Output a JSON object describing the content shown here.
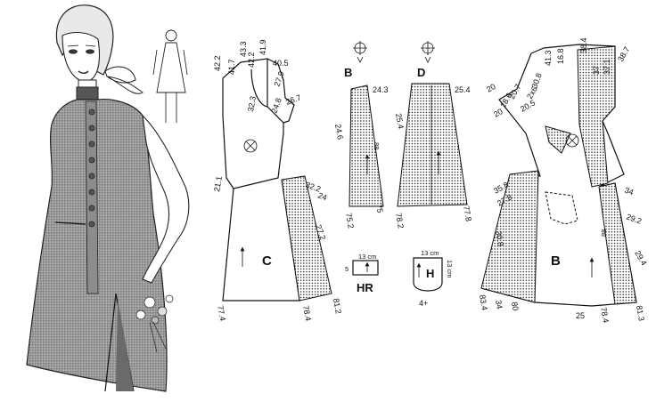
{
  "pieces": {
    "C": "C",
    "B_small": "B",
    "D": "D",
    "HR": "HR",
    "H": "H",
    "B_large": "B",
    "H_count": "4+"
  },
  "hr_piece": {
    "width": "13 cm",
    "height": "5"
  },
  "h_piece": {
    "width": "13 cm",
    "height": "13 cm"
  },
  "grain_mark": "88",
  "measurements": {
    "c_422": "42.2",
    "c_417": "41.7",
    "c_433": "43.3",
    "c_422b": "42.2",
    "c_419": "41.9",
    "c_405": "40.5",
    "c_279": "27.9",
    "c_323": "32.3",
    "c_248": "24.8",
    "c_267": "26.7",
    "c_211": "21.1",
    "c_322": "32.2",
    "c_24": "24",
    "c_272": "27.2",
    "c_774": "77.4",
    "c_784": "78.4",
    "c_812": "81.2",
    "b_243": "24.3",
    "b_246": "24.6",
    "b_752": "75.2",
    "b_75": "75",
    "d_254a": "25.4",
    "d_254b": "25.4",
    "d_782": "78.2",
    "d_778": "77.8",
    "l_384": "38.4",
    "l_168": "16.8",
    "l_413": "41.3",
    "l_37": "37",
    "l_371": "37.1",
    "l_387": "38.7",
    "l_308": "30.8",
    "l_2x6": "2x6",
    "l_207": "20.7",
    "l_186": "18.6",
    "l_20": "20",
    "l_205": "20.5",
    "l_20b": "20",
    "l_358": "35.8",
    "l_278": "27.8",
    "l_34": "34",
    "l_292": "29.2",
    "l_308b": "30.8",
    "l_294": "29.4",
    "l_834": "83.4",
    "l_34b": "34",
    "l_80": "80",
    "l_25": "25",
    "l_784": "78.4",
    "l_813": "81.3"
  }
}
